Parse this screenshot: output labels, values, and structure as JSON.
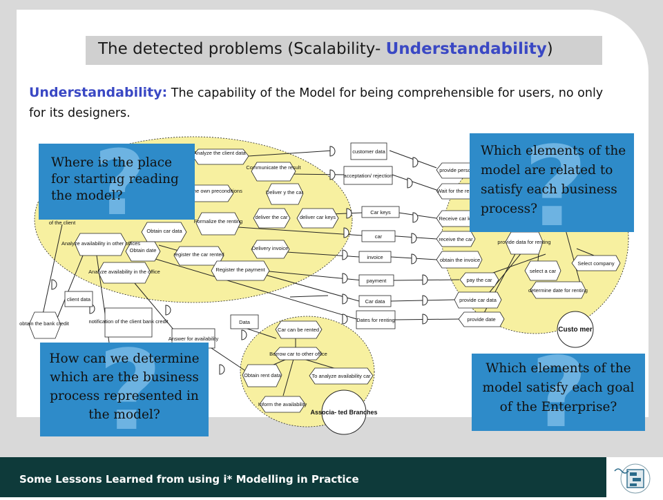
{
  "title": {
    "prefix": "The detected problems (Scalability- ",
    "accent": "Understandability",
    "suffix": ")"
  },
  "definition": {
    "term": "Understandability:",
    "text": " The capability of the Model for being comprehensible for users,  no only for its designers."
  },
  "diagram": {
    "left_labels": {
      "analyze_client_data": "Analyze the client data",
      "communicate_result": "Communicate the result",
      "analyze_own_preconditions": "Analyze the own preconditions",
      "deliver_the_car_top": "Deliver y the car",
      "formalize_renting": "Formalize the renting",
      "deliver_car": "deliver the car",
      "deliver_car_keys": "deliver car keys",
      "of_the_client": "of the client",
      "obtain_car_data": "Obtain car data",
      "analyze_avail_other": "Analyze availability in other offices",
      "obtain_date": "Obtain date",
      "register_car_rented": "register the car rented",
      "delivery_invoice": "Delivery invoice",
      "register_payment": "Register the payment",
      "analyze_avail_office": "Analyze availability in the office"
    },
    "middle_resources": {
      "customer_data": "customer data",
      "acceptation_rejection": "acceptation/ rejection",
      "car_keys": "Car keys",
      "car": "car",
      "invoice": "invoice",
      "payment": "payment",
      "car_data": "Car data",
      "dates_for_renting": "Dates for renting"
    },
    "right_labels": {
      "provide_personal": "provide personal",
      "wait_result": "Wait for the result",
      "receive_car_keys": "Receive car keys",
      "receive_car": "receive the car",
      "obtain_invoice": "obtain the invoice",
      "pay_car": "pay the car",
      "provide_car_data": "provide car data",
      "provide_date": "provide date",
      "provide_data_renting": "provide data for renting",
      "select_car": "select a car",
      "select_company": "Select company",
      "determine_date": "determine date for renting",
      "customer_actor": "Custo mer"
    },
    "bottom_labels": {
      "obtain_bank_credit": "obtain the bank credit",
      "client_data": "client data",
      "notification_bank_credit": "notification of the client bank credit",
      "answer_availability": "Answer for availability",
      "data": "Data",
      "car_can_be_rented": "Car can be rented",
      "borrow_car": "Borrow car to other office",
      "obtain_rent_data": "Obtain rent data",
      "analyze_avail_car": "To analyze availability car",
      "inform_availability": "Inform the availability",
      "associated_branches": "Associa- ted Branches"
    }
  },
  "callouts": {
    "where_start": "Where is the place for starting reading the model?",
    "which_related": "Which elements of the model are related to satisfy each business process?",
    "how_determine": "How can we determine which are the business process represented in the model?",
    "which_goal": "Which elements of the model satisfy each goal of the Enterprise?",
    "qmark": "?"
  },
  "footer": {
    "text": "Some Lessons Learned from using i* Modelling in Practice"
  },
  "colors": {
    "accent": "#3a48c4",
    "callout": "#2e8bc9",
    "bubble": "#f7f0a0",
    "footer": "#0e3a3a"
  }
}
